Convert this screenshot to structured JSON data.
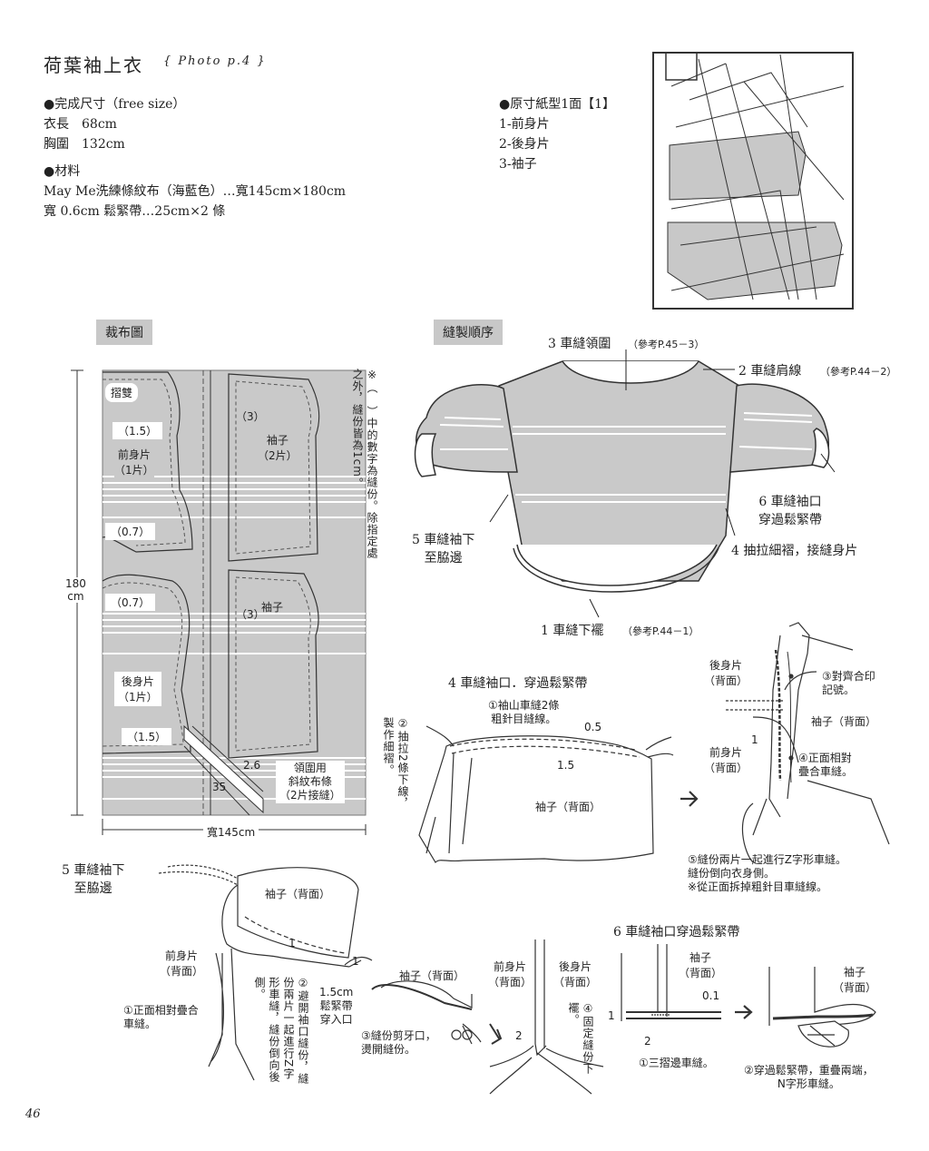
{
  "header": {
    "title": "荷葉袖上衣",
    "photo_ref": "{ Photo p.4 }"
  },
  "specs": {
    "size_heading": "●完成尺寸（free size）",
    "length": "衣長　68cm",
    "chest": "胸圍　132cm",
    "materials_heading": "●材料",
    "fabric": "May Me洗練條紋布（海藍色）…寬145cm×180cm",
    "elastic": "寬 0.6cm 鬆緊帶…25cm×2 條"
  },
  "pattern_info": {
    "heading": "●原寸紙型1面【1】",
    "parts": [
      "1-前身片",
      "2-後身片",
      "3-袖子"
    ]
  },
  "cutting": {
    "title": "裁布圖",
    "fold": "摺雙",
    "front": "前身片\n（1片）",
    "back": "後身片\n（1片）",
    "sleeve1": "袖子\n（2片）",
    "sleeve2": "袖子",
    "bias": "領圍用\n斜紋布條\n（2片接縫）",
    "sa_15a": "（1.5）",
    "sa_07a": "（0.7）",
    "sa_07b": "（0.7）",
    "sa_15b": "（1.5）",
    "sa_3a": "（3）",
    "sa_3b": "（3）",
    "dim_26": "2.6",
    "dim_35": "35",
    "height": "180\ncm",
    "width": "寬145cm",
    "note": "※（　）中的數字為縫份。除指定處之外，縫份皆為1cm。"
  },
  "sewing": {
    "title": "縫製順序",
    "step3": "3 車縫領圍",
    "step3_ref": "（參考P.45－3）",
    "step2": "2 車縫肩線",
    "step2_ref": "（參考P.44－2）",
    "step6": "6 車縫袖口\n穿過鬆緊帶",
    "step5": "5 車縫袖下\n至脇邊",
    "step4": "4 抽拉細褶，接縫身片",
    "step1": "1 車縫下襬",
    "step1_ref": "（參考P.44－1）"
  },
  "step4_detail": {
    "title": "4 車縫袖口．穿過鬆緊帶",
    "n1": "①袖山車縫2條\n粗針目縫線。",
    "n2": "②抽拉2條下線，製作細褶。",
    "d05": "0.5",
    "d15": "1.5",
    "sleeve": "袖子（背面）",
    "back_part": "後身片\n（背面）",
    "front_part": "前身片\n（背面）",
    "sleeve_b": "袖子（背面）",
    "n3": "③對齊合印\n記號。",
    "n4": "④正面相對\n疊合車縫。",
    "d1": "1",
    "n5": "⑤縫份兩片一起進行Z字形車縫。\n縫份倒向衣身側。\n※從正面拆掉粗針目車縫線。"
  },
  "step5_detail": {
    "title": "5 車縫袖下\n至脇邊",
    "sleeve": "袖子（背面）",
    "front": "前身片\n（背面）",
    "n1": "①正面相對疊合\n車縫。",
    "n2": "②避開袖口縫份，縫份兩片一起進行Z字形車縫，縫份倒向後側。",
    "d1a": "1",
    "d1b": "1",
    "opening": "1.5cm\n鬆緊帶\n穿入口",
    "sleeve2": "袖子（背面）",
    "n3": "③縫份剪牙口，\n燙開縫份。",
    "front2": "前身片\n（背面）",
    "back2": "後身片\n（背面）",
    "n4": "④固定縫份下襬。",
    "d2": "2"
  },
  "step6_detail": {
    "title": "6 車縫袖口穿過鬆緊帶",
    "sleeve1": "袖子\n（背面）",
    "d01": "0.1",
    "d1": "1",
    "d2": "2",
    "n1": "①三摺邊車縫。",
    "sleeve2": "袖子\n（背面）",
    "n2": "②穿過鬆緊帶，重疊兩端，\nN字形車縫。"
  },
  "footer": {
    "page_number": "46"
  }
}
